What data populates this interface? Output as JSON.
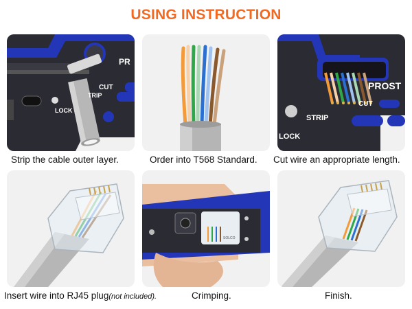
{
  "header": {
    "title": "USING INSTRUCTION",
    "color": "#f26a21"
  },
  "panel_background": "#f1f1f1",
  "tool_colors": {
    "body": "#2b2b33",
    "accent": "#2436b8"
  },
  "steps": [
    {
      "caption": "Strip the cable outer layer.",
      "image": "tool-stripping-cable",
      "labels": {
        "brand": "PR",
        "cut": "CUT",
        "strip": "TRIP",
        "lock": "LOCK"
      }
    },
    {
      "caption": "Order into T568 Standard.",
      "image": "twisted-pairs-arranged"
    },
    {
      "caption": "Cut wire an appropriate length.",
      "image": "tool-cutting-wires",
      "labels": {
        "brand": "PROST",
        "cut": "CUT",
        "strip": "STRIP",
        "lock": "LOCK"
      }
    },
    {
      "caption": "Insert wire into RJ45 plug",
      "caption_note": "(not included).",
      "image": "rj45-plug-insert"
    },
    {
      "caption": "Crimping.",
      "image": "hand-crimping-tool",
      "labels": {
        "brand": "SOLCO"
      }
    },
    {
      "caption": "Finish.",
      "image": "finished-rj45-plug"
    }
  ]
}
